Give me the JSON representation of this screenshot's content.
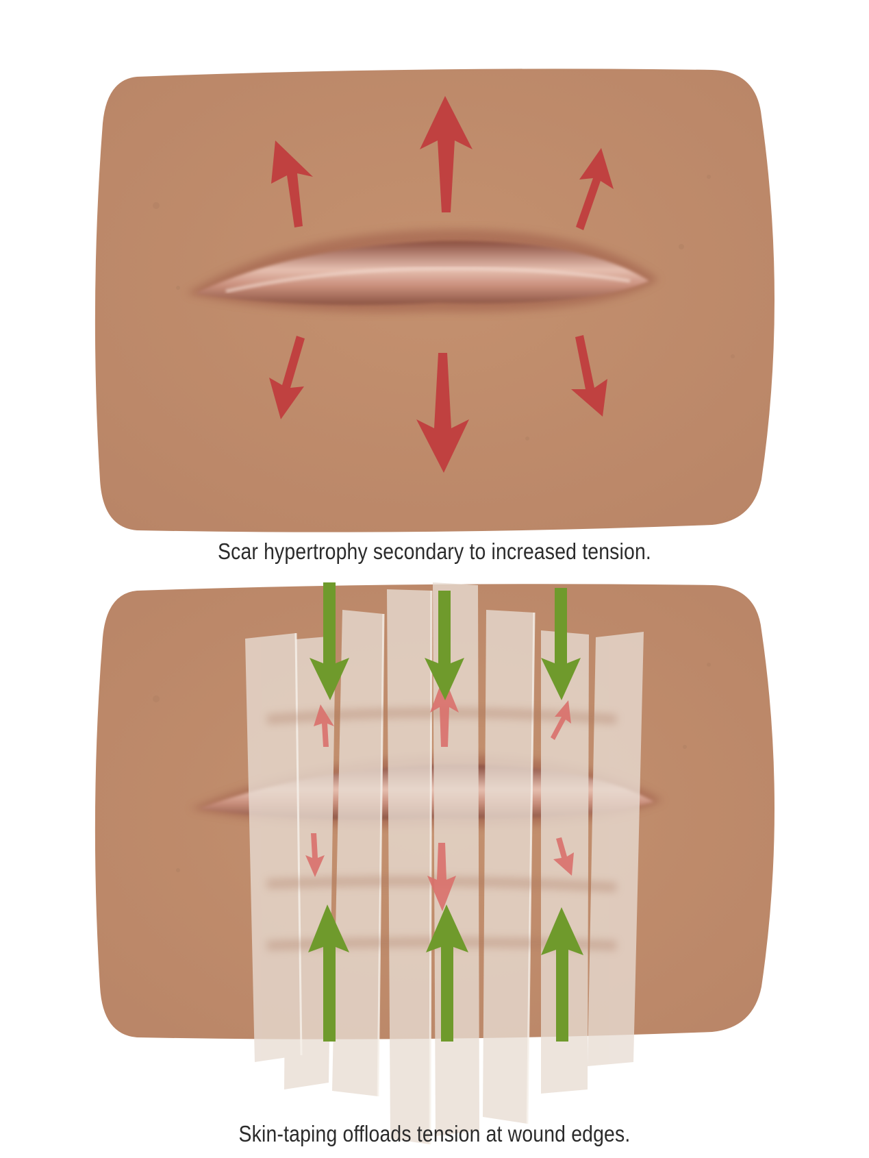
{
  "panels": [
    {
      "id": "tension",
      "caption": "Scar hypertrophy secondary to increased tension.",
      "skin_color": "#bf8d6e",
      "scar_color": "#a9684f",
      "arrow_color": "#c0393c"
    },
    {
      "id": "taping",
      "caption": "Skin-taping offloads tension at wound edges.",
      "skin_color": "#bf8d6e",
      "scar_color": "#a9684f",
      "tape_color": "#e8ddd3",
      "arrow_color_offload": "#6f9a2c",
      "arrow_color_residual": "#d9706c"
    }
  ]
}
